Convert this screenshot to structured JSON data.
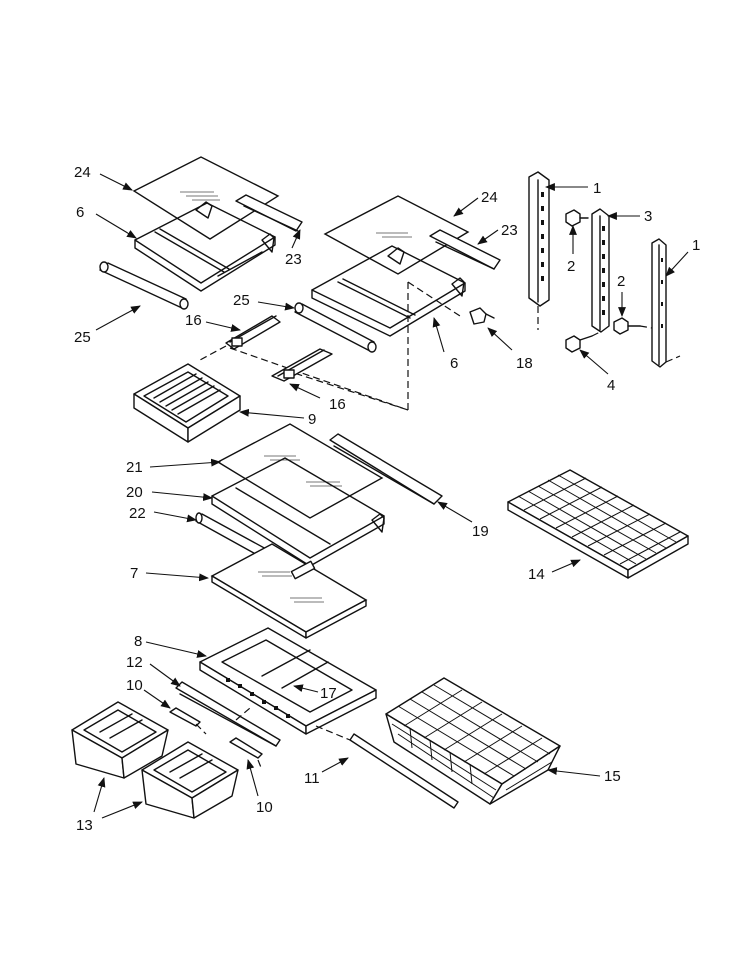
{
  "labels": {
    "l24a": "24",
    "l6a": "6",
    "l23a": "23",
    "l25a": "25",
    "l16a": "16",
    "l24b": "24",
    "l23b": "23",
    "l25b": "25",
    "l6b": "6",
    "l18": "18",
    "l16b": "16",
    "l9": "9",
    "l1a": "1",
    "l2a": "2",
    "l3": "3",
    "l2b": "2",
    "l1b": "1",
    "l4": "4",
    "l21": "21",
    "l20": "20",
    "l22": "22",
    "l19": "19",
    "l7": "7",
    "l14": "14",
    "l8": "8",
    "l12": "12",
    "l10a": "10",
    "l17": "17",
    "l11": "11",
    "l13": "13",
    "l10b": "10",
    "l15": "15"
  }
}
